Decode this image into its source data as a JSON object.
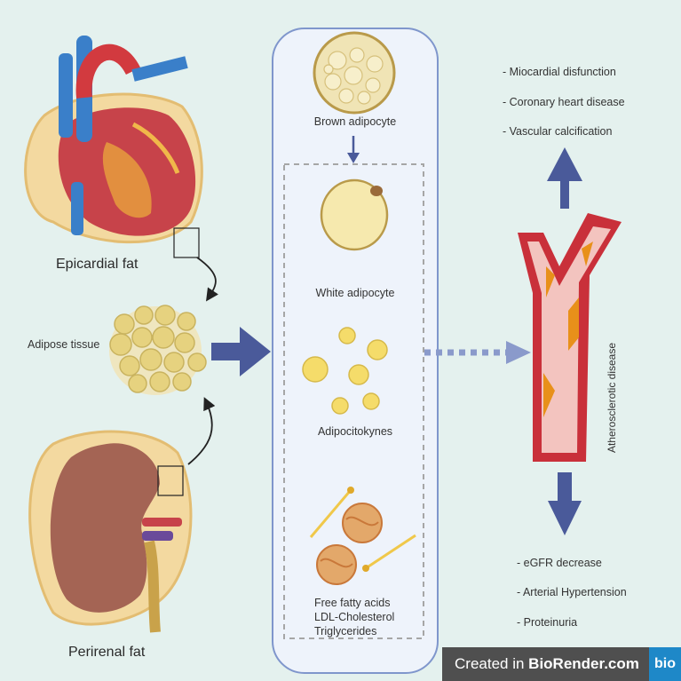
{
  "labels": {
    "epicardial_fat": "Epicardial fat",
    "adipose_tissue": "Adipose tissue",
    "perirenal_fat": "Perirenal fat",
    "brown_adipocyte": "Brown adipocyte",
    "white_adipocyte": "White adipocyte",
    "adipocitokynes": "Adipocitokynes",
    "free_fatty_acids": "Free fatty acids",
    "ldl_cholesterol": "LDL-Cholesterol",
    "triglycerides": "Triglycerides",
    "atherosclerotic_disease": "Atherosclerotic disease"
  },
  "cardiac_effects": [
    "- Miocardial disfunction",
    "- Coronary heart disease",
    "- Vascular calcification"
  ],
  "renal_effects": [
    "- eGFR decrease",
    "- Arterial Hypertension",
    "- Proteinuria"
  ],
  "badge": {
    "prefix": "Created in ",
    "brand": "BioRender.com",
    "logo": "bio"
  },
  "colors": {
    "background": "#e4f1ee",
    "arrow": "#4a5a9a",
    "panel_border": "#7f96cc",
    "vessel_red": "#c9303a",
    "fat_yellow": "#f3d9a0"
  }
}
